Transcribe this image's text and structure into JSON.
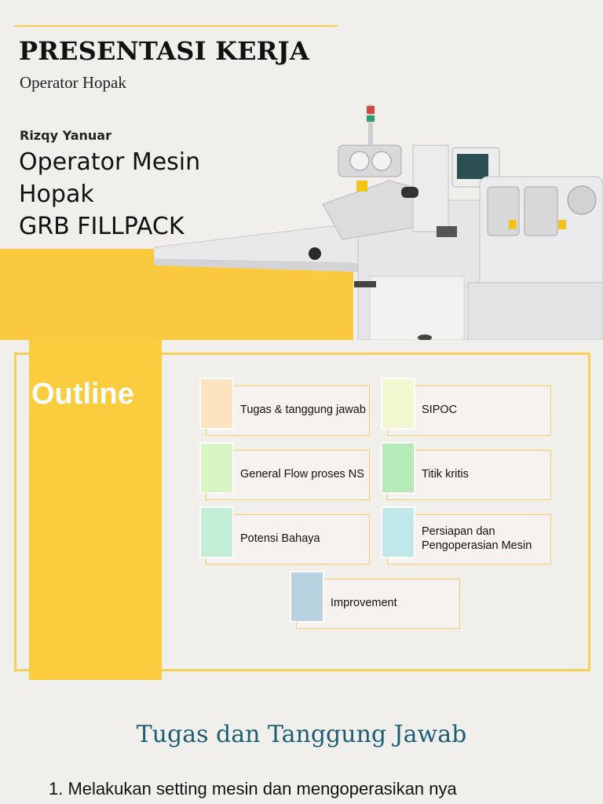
{
  "cover": {
    "title": "PRESENTASI KERJA",
    "subtitle": "Operator Hopak",
    "author": "Rizqy Yanuar",
    "role_lines": [
      "Operator Mesin",
      "Hopak",
      "GRB FILLPACK"
    ]
  },
  "outline": {
    "title": "Outline",
    "items": [
      {
        "label": "Tugas & tanggung jawab",
        "color": "#fde3c0"
      },
      {
        "label": "SIPOC",
        "color": "#f2f7cf"
      },
      {
        "label": "General Flow proses NS",
        "color": "#d9f5c6"
      },
      {
        "label": "Titik kritis",
        "color": "#b6ebb9"
      },
      {
        "label": "Potensi Bahaya",
        "color": "#c4eed6"
      },
      {
        "label": "Persiapan dan Pengoperasian Mesin",
        "color": "#bfe8e8"
      },
      {
        "label": "Improvement",
        "color": "#b9d2e0"
      }
    ]
  },
  "section": {
    "title": "Tugas dan Tanggung Jawab",
    "first_item": "1. Melakukan setting mesin dan mengoperasikan nya"
  },
  "colors": {
    "accent_yellow": "#fbc93d",
    "title_teal": "#1d5e75"
  }
}
